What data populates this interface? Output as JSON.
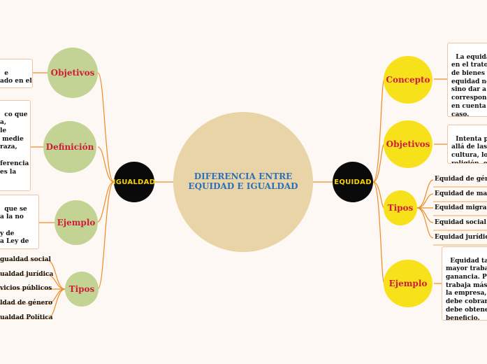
{
  "center": {
    "title_line1": "DIFERENCIA ENTRE",
    "title_line2": "EQUIDAD E IGUALDAD"
  },
  "left": {
    "hub": "IGUALDAD",
    "objetivos": {
      "label": "Objetivos",
      "text": "e\nado en el"
    },
    "definicion": {
      "label": "Definición",
      "text": "co que\na,\nle\n medie\nraza,\n\nferencia\nes la"
    },
    "ejemplo": {
      "label": "Ejemplo",
      "text": "que se\na la no\n\ny de\na Ley de"
    },
    "tipos": {
      "label": "Tipos",
      "items": [
        "gualdad social",
        "ualdad jurídica",
        "vicios públicos",
        "ldad de género",
        "ualdad Política"
      ]
    }
  },
  "right": {
    "hub": "EQUIDAD",
    "concepto": {
      "label": "Concepto",
      "text": "La equidad\nen el trato\nde bienes y\nequidad no\nsino dar a c\ncorrespond\nen cuenta l\ncaso."
    },
    "objetivos": {
      "label": "Objetivos",
      "text": "Intenta pro\nallá de las d\ncultura, los\nreligión, etc"
    },
    "tipos": {
      "label": "Tipos",
      "items": [
        "Equidad de géne",
        "Equidad de mate",
        "Equidad migrato",
        "Equidad social",
        "Equidad jurídica"
      ]
    },
    "ejemplo": {
      "label": "Ejemplo",
      "text": "Equidad tam\nmayor trabaj\nganancia. Po\ntrabaja más e\nla empresa, l\ndebe cobrar \ndebe obtener\nbeneficio."
    }
  },
  "colors": {
    "line": "#f08a24",
    "green_node": "#c3d394",
    "yellow_node": "#f7e11b",
    "label_red": "#d01c3a",
    "title_blue": "#2d6fb8",
    "hub_bg": "#0a0a0a",
    "hub_text": "#f5d200",
    "center_bg": "#e8d4a6",
    "box_border": "#f3c39f"
  }
}
